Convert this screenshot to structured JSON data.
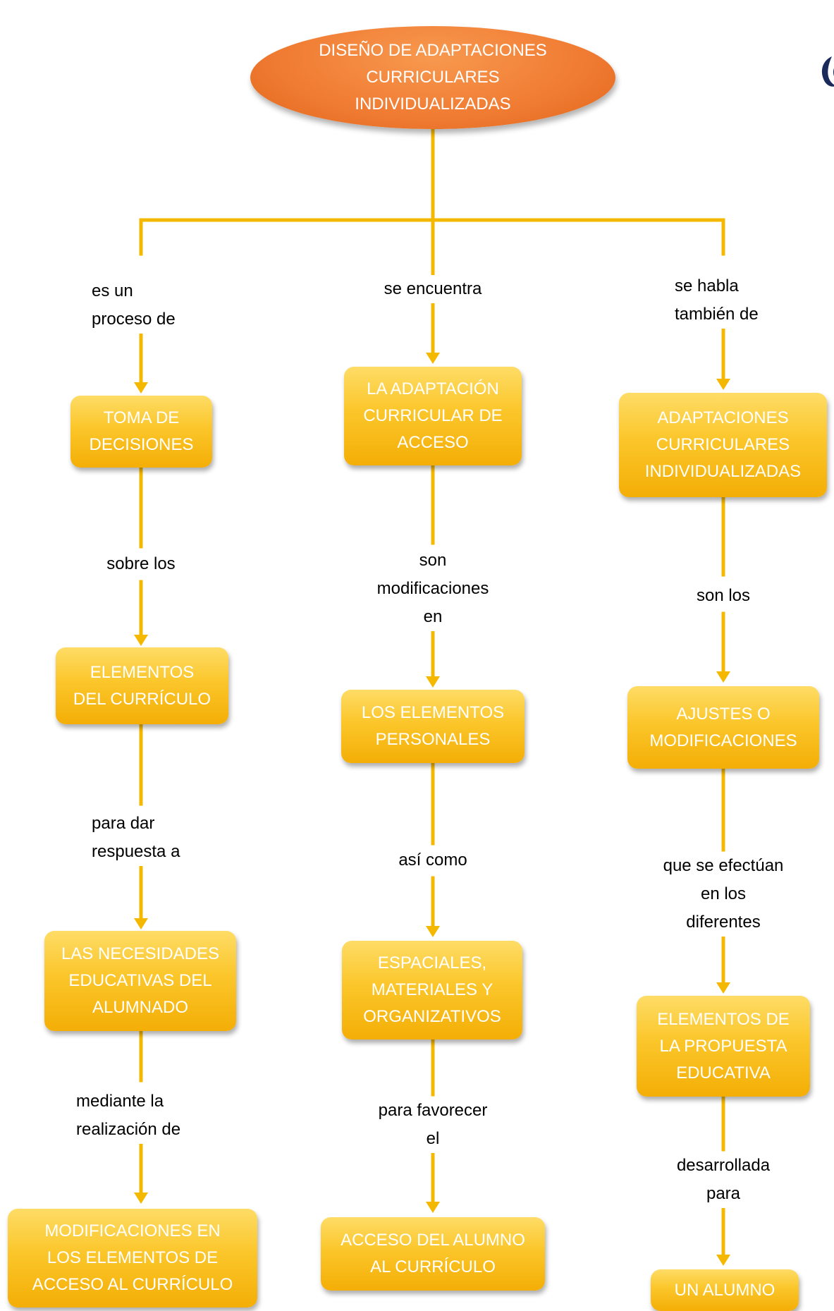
{
  "root": "DISEÑO DE ADAPTACIONES\nCURRICULARES\nINDIVIDUALIZADAS",
  "left": {
    "label_1": "es un\nproceso de",
    "node_1": "TOMA DE\nDECISIONES",
    "label_2": "sobre los",
    "node_2": "ELEMENTOS\nDEL CURRÍCULO",
    "label_3": "para dar\nrespuesta a",
    "node_3": "LAS NECESIDADES\nEDUCATIVAS DEL\nALUMNADO",
    "label_4": "mediante la\nrealización de",
    "node_4": "MODIFICACIONES EN\nLOS ELEMENTOS DE\nACCESO AL CURRÍCULO"
  },
  "center": {
    "label_1": "se encuentra",
    "node_1": "LA ADAPTACIÓN\nCURRICULAR DE\nACCESO",
    "label_2": "son\nmodificaciones\nen",
    "node_2": "LOS ELEMENTOS\nPERSONALES",
    "label_3": "así como",
    "node_3": "ESPACIALES,\nMATERIALES Y\nORGANIZATIVOS",
    "label_4": "para favorecer\nel",
    "node_4": "ACCESO DEL ALUMNO\nAL CURRÍCULO"
  },
  "right": {
    "label_1": "se habla\ntambién de",
    "node_1": "ADAPTACIONES\nCURRICULARES\nINDIVIDUALIZADAS",
    "label_2": "son los",
    "node_2": "AJUSTES O\nMODIFICACIONES",
    "label_3": "que se efectúan\nen los\ndiferentes",
    "node_3": "ELEMENTOS DE\nLA PROPUESTA\nEDUCATIVA",
    "label_4": "desarrollada\npara",
    "node_4": "UN ALUMNO"
  },
  "colors": {
    "root_fill": "#f17d34",
    "node_fill": "#fbc62a",
    "connector": "#f5b800",
    "node_text": "#ffffff",
    "label_text": "#000000"
  },
  "icons": {
    "logo": "partial-brand-logo"
  }
}
